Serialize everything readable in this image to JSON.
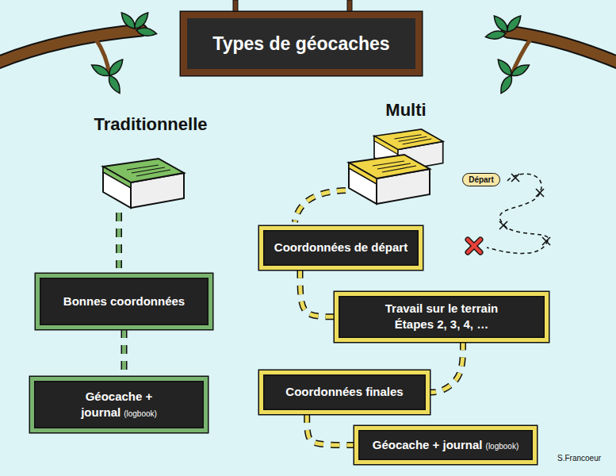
{
  "diagram": {
    "title": "Types de géocaches",
    "nodes": [
      {
        "text": [
          "Bonnes coordonnées"
        ]
      },
      {
        "text": [
          "Géocache + journal",
          "(logbook)"
        ]
      },
      {
        "text": [
          "Coordonnées de départ"
        ]
      },
      {
        "text": [
          "Travail sur le terrain Étapes 2, 3, 4, …"
        ]
      },
      {
        "text": [
          "Coordonnées finales"
        ]
      },
      {
        "text": [
          "Géocache + journal",
          "(logbook)"
        ]
      }
    ],
    "edges": [
      {
        "from": 0,
        "to": 1,
        "arrow": "none"
      },
      {
        "from": 2,
        "to": 3,
        "arrow": "none"
      },
      {
        "from": 3,
        "to": 4,
        "arrow": "none"
      },
      {
        "from": 4,
        "to": 5,
        "arrow": "none"
      }
    ],
    "labels": [
      "Traditionnelle",
      "Multi",
      "Départ",
      "S.Francoeur"
    ]
  }
}
